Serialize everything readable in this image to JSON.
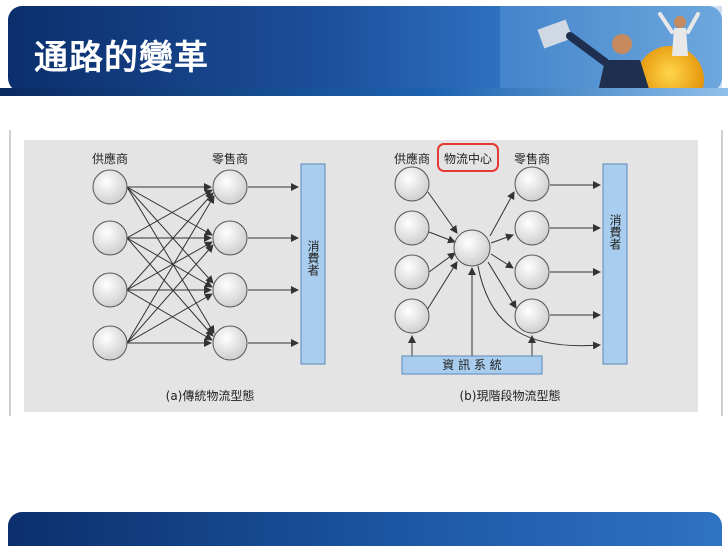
{
  "slide": {
    "title": "通路的變革"
  },
  "diagram_a": {
    "supplier_label": "供應商",
    "retailer_label": "零售商",
    "consumer_label": "消費者",
    "caption": "(a)傳統物流型態"
  },
  "diagram_b": {
    "supplier_label": "供應商",
    "center_label": "物流中心",
    "retailer_label": "零售商",
    "consumer_label": "消費者",
    "system_label": "資 訊 系 統",
    "caption": "(b)現階段物流型態"
  },
  "colors": {
    "banner_dark": "#0b2f6c",
    "banner_light": "#2f73c3",
    "highlight": "#e53935",
    "bar_blue": "#a9cdee"
  }
}
